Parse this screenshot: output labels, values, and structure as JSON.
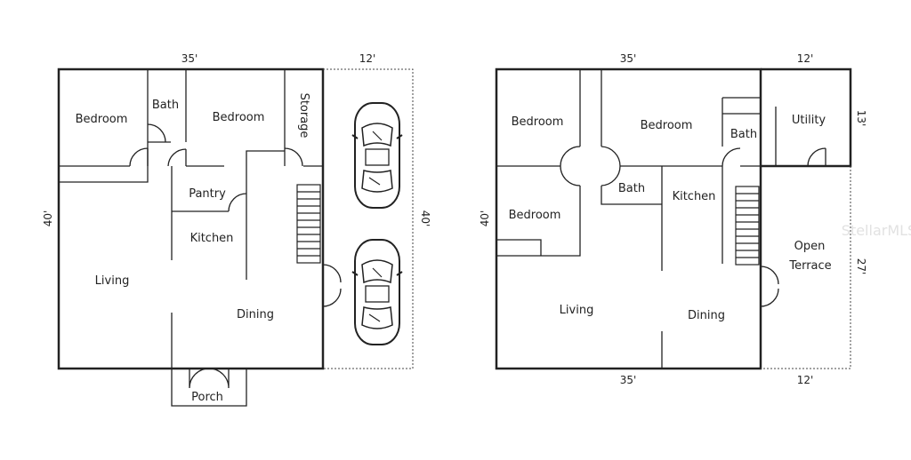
{
  "watermark": "StellarMLS",
  "plan_left": {
    "dims": {
      "top_main": "35'",
      "top_garage": "12'",
      "left": "40'",
      "right": "40'"
    },
    "rooms": {
      "bedroom_1": "Bedroom",
      "bath": "Bath",
      "bedroom_2": "Bedroom",
      "storage": "Storage",
      "pantry": "Pantry",
      "kitchen": "Kitchen",
      "living": "Living",
      "dining": "Dining",
      "porch": "Porch"
    }
  },
  "plan_right": {
    "dims": {
      "top_main": "35'",
      "top_side": "12'",
      "left": "40'",
      "right_top": "13'",
      "right_bottom": "27'",
      "bottom_main": "35'",
      "bottom_side": "12'"
    },
    "rooms": {
      "bedroom_1": "Bedroom",
      "bedroom_2": "Bedroom",
      "bath_upper": "Bath",
      "utility": "Utility",
      "bedroom_3": "Bedroom",
      "bath_lower": "Bath",
      "kitchen": "Kitchen",
      "terrace_line1": "Open",
      "terrace_line2": "Terrace",
      "living": "Living",
      "dining": "Dining"
    }
  }
}
